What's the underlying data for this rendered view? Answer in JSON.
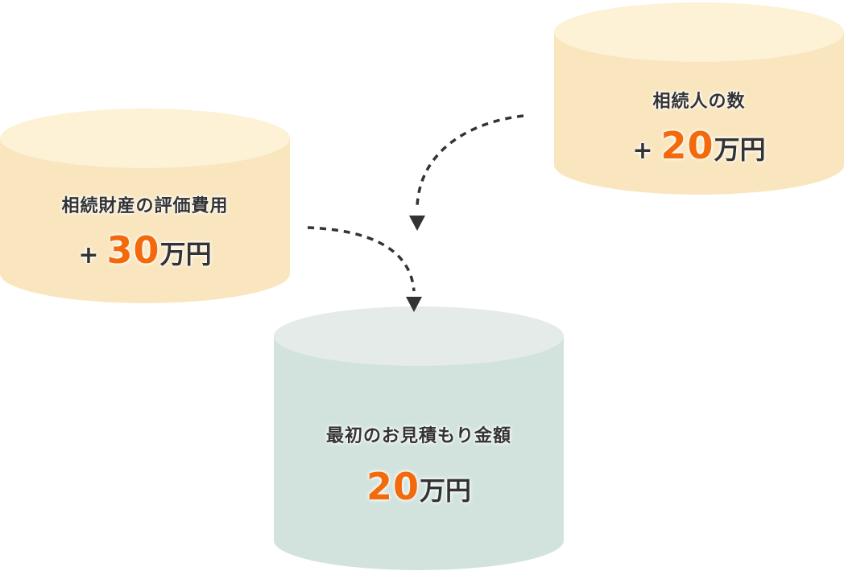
{
  "colors": {
    "accent_orange": "#f26a0c",
    "text": "#333333",
    "cream_top": "#fdf1d6",
    "cream_side": "#f9e6bf",
    "mint_top": "#e4ebe9",
    "mint_side": "#d2e3dd",
    "arrow": "#333333"
  },
  "cylinders": {
    "heirs": {
      "title": "相続人の数",
      "plus": "+",
      "amount": "20",
      "unit": "万円"
    },
    "appraisal": {
      "title": "相続財産の評価費用",
      "plus": "+",
      "amount": "30",
      "unit": "万円"
    },
    "initial": {
      "title": "最初のお見積もり金額",
      "amount": "20",
      "unit": "万円"
    }
  }
}
